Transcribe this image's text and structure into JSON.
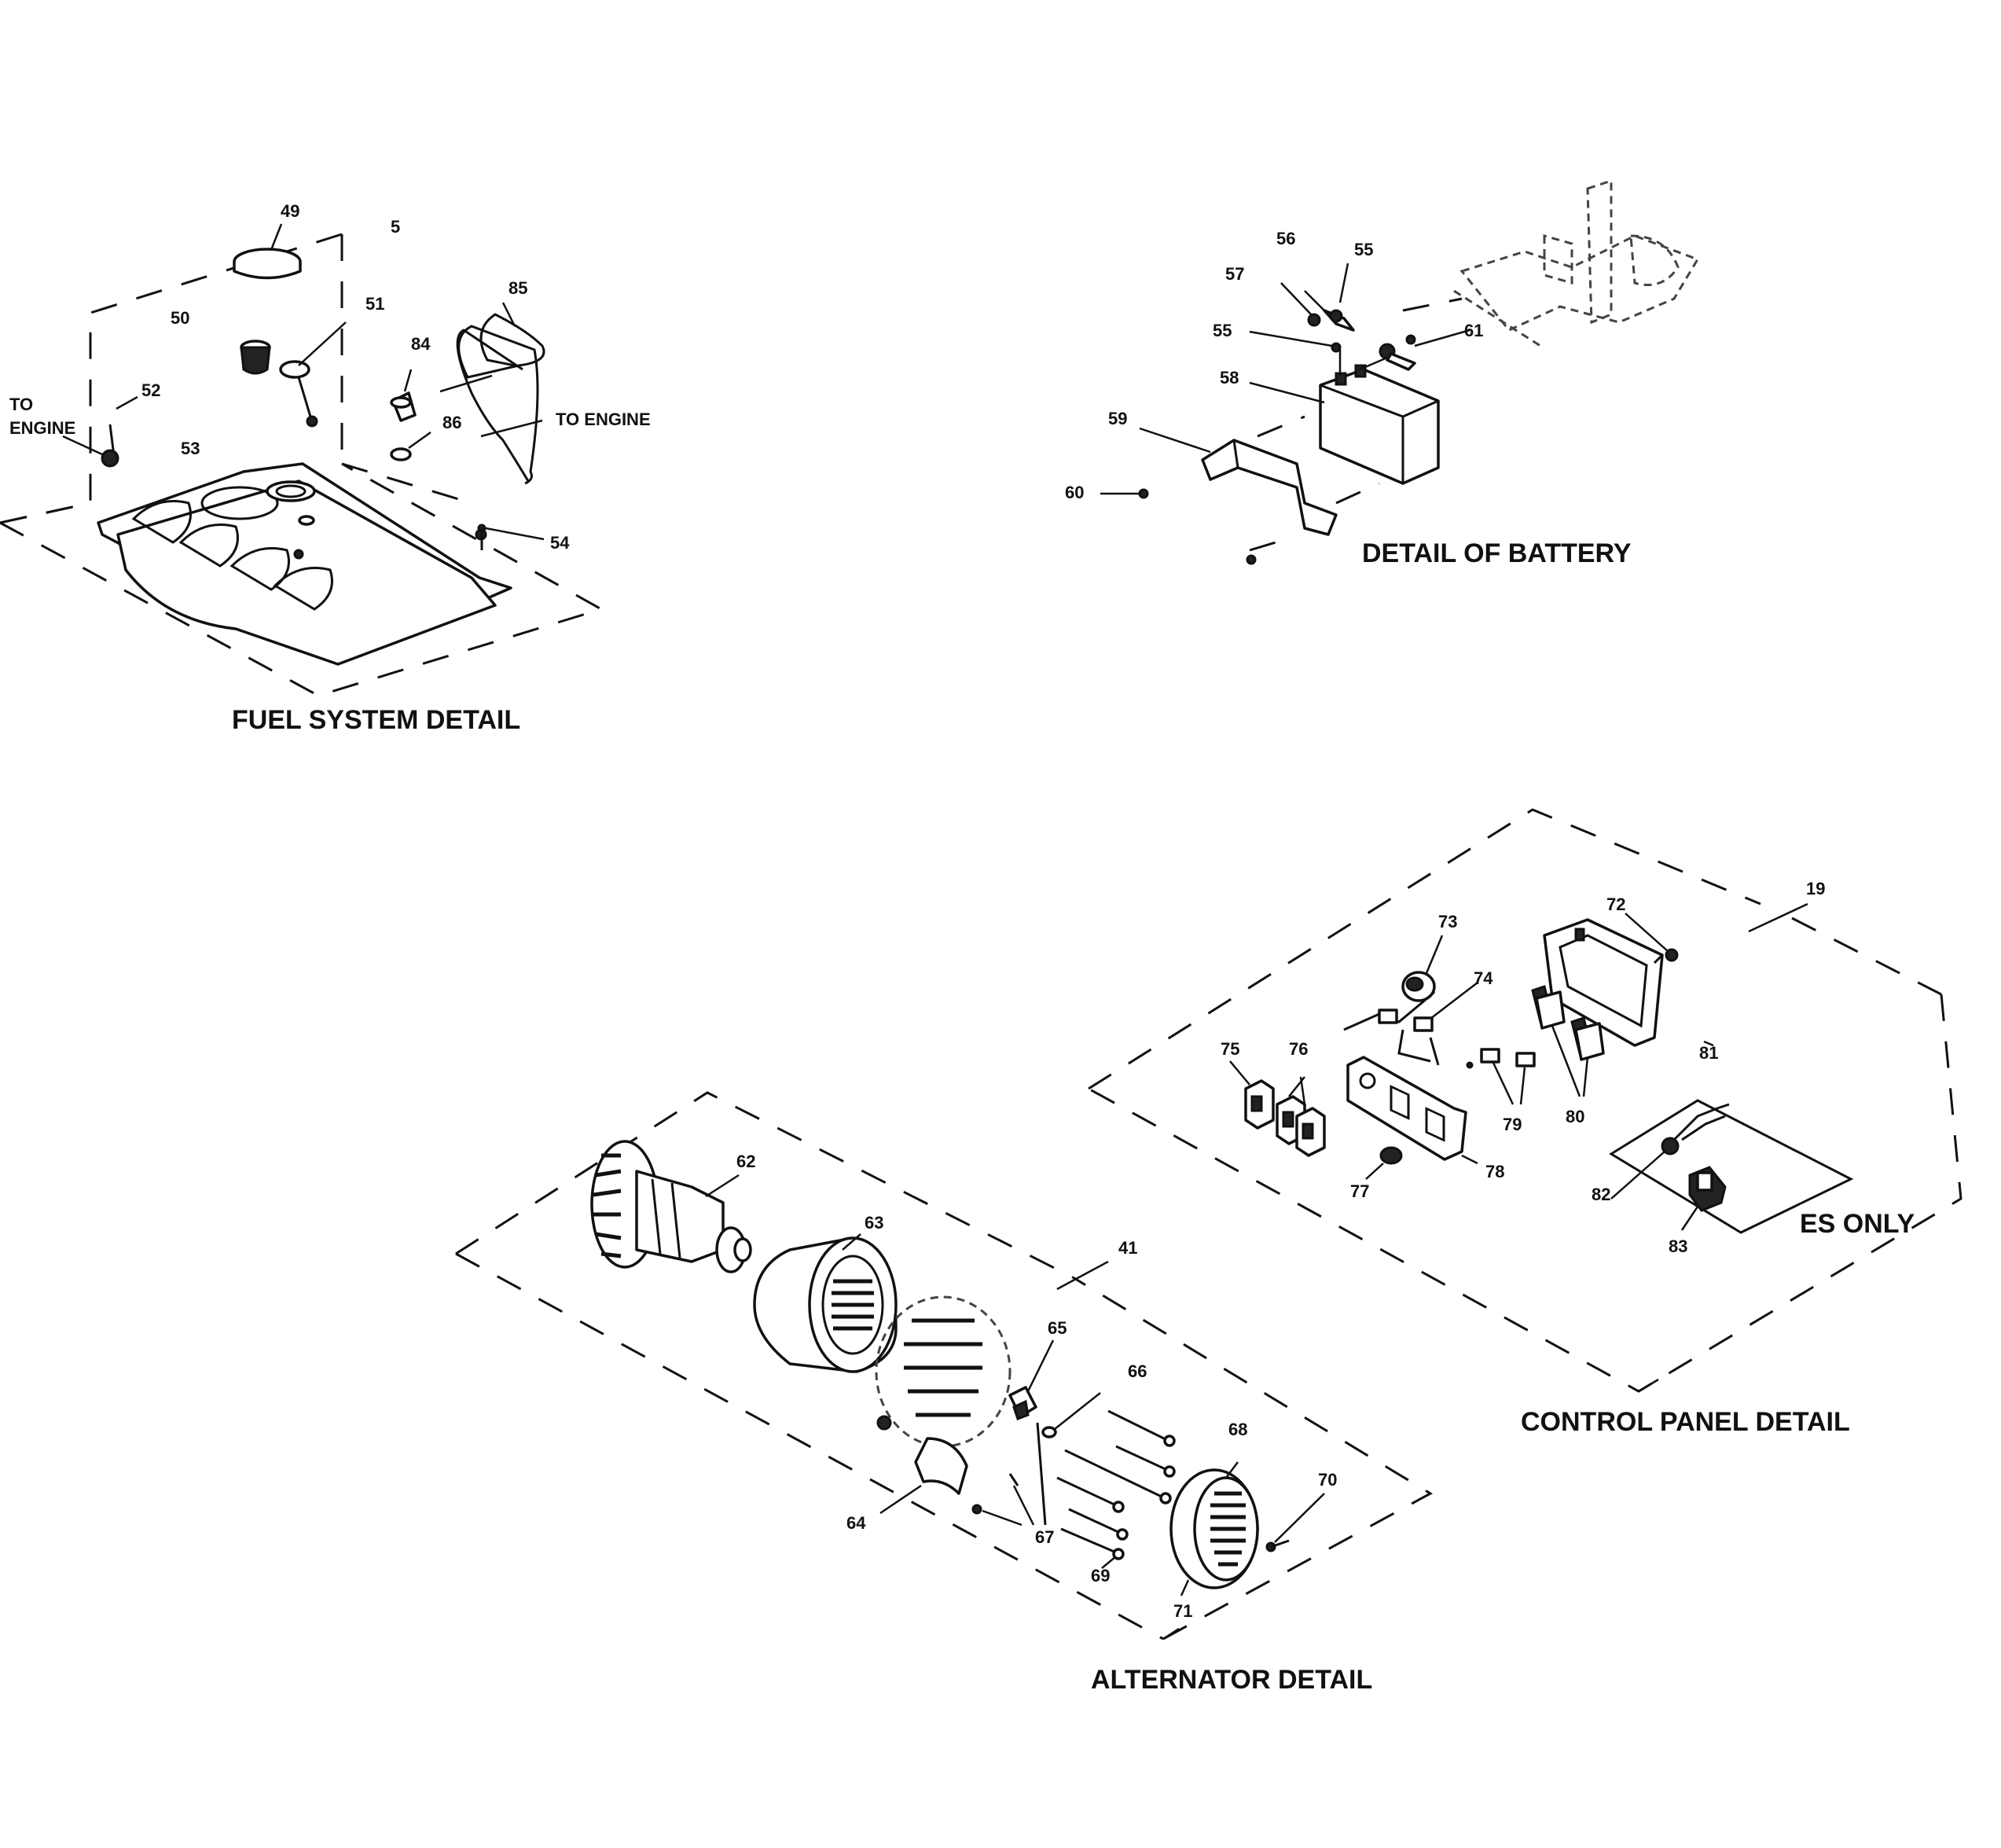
{
  "captions": {
    "fuel": "FUEL SYSTEM DETAIL",
    "battery": "DETAIL OF BATTERY",
    "control": "CONTROL PANEL DETAIL",
    "alternator": "ALTERNATOR DETAIL",
    "es_only": "ES ONLY"
  },
  "notes": {
    "to_engine_left_1": "TO",
    "to_engine_left_2": "ENGINE",
    "to_engine_right": "TO ENGINE"
  },
  "callouts": {
    "c5": "5",
    "c19": "19",
    "c41": "41",
    "c49": "49",
    "c50": "50",
    "c51": "51",
    "c52": "52",
    "c53": "53",
    "c54": "54",
    "c55a": "55",
    "c55b": "55",
    "c56": "56",
    "c57": "57",
    "c58": "58",
    "c59": "59",
    "c60": "60",
    "c61": "61",
    "c62": "62",
    "c63": "63",
    "c64": "64",
    "c65": "65",
    "c66": "66",
    "c67": "67",
    "c68": "68",
    "c69": "69",
    "c70": "70",
    "c71": "71",
    "c72": "72",
    "c73": "73",
    "c74": "74",
    "c75": "75",
    "c76": "76",
    "c77": "77",
    "c78": "78",
    "c79": "79",
    "c80": "80",
    "c81": "81",
    "c82": "82",
    "c83": "83",
    "c84": "84",
    "c85": "85",
    "c86": "86"
  }
}
